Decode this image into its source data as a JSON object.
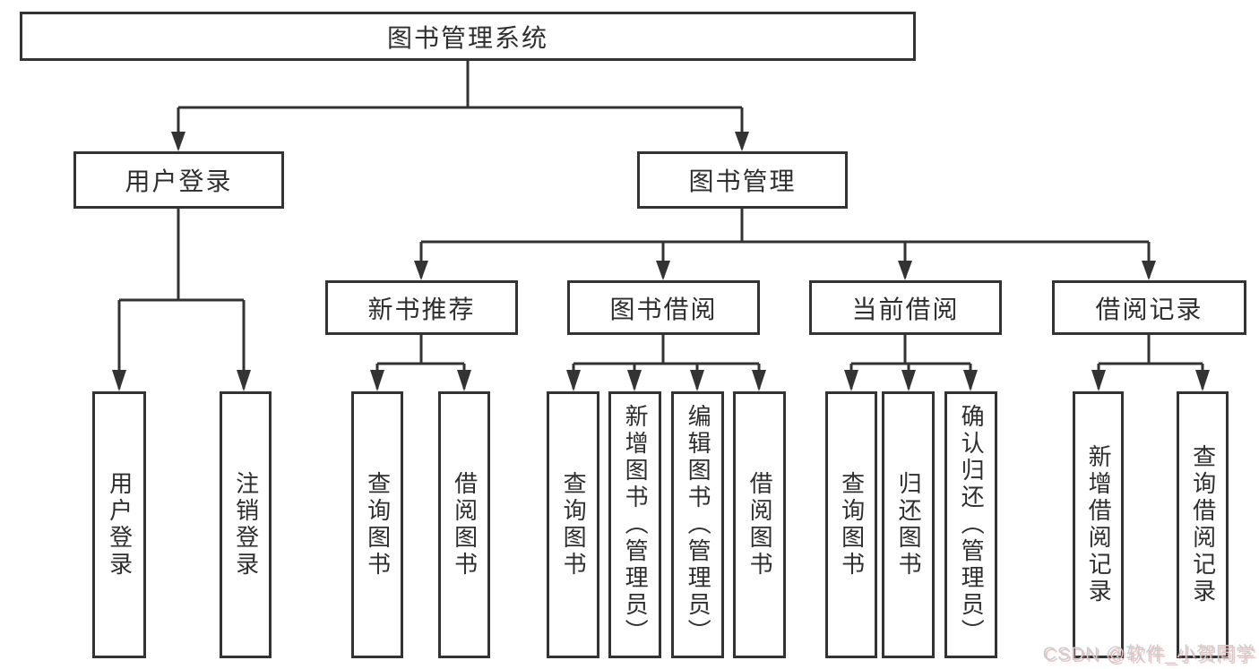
{
  "colors": {
    "line": "#333333",
    "box_border": "#333333",
    "box_bg": "#ffffff",
    "text": "#2e2e2e",
    "watermark_text": "#cdcdcd",
    "watermark_shadow": "#de7878"
  },
  "root": {
    "label": "图书管理系统"
  },
  "level2": [
    {
      "label": "用户登录"
    },
    {
      "label": "图书管理"
    }
  ],
  "level3": [
    {
      "label": "新书推荐"
    },
    {
      "label": "图书借阅"
    },
    {
      "label": "当前借阅"
    },
    {
      "label": "借阅记录"
    }
  ],
  "leaves": [
    {
      "label": "用户登录"
    },
    {
      "label": "注销登录"
    },
    {
      "label": "查询图书"
    },
    {
      "label": "借阅图书"
    },
    {
      "label": "查询图书"
    },
    {
      "label": "新增图书（管理员）"
    },
    {
      "label": "编辑图书（管理员）"
    },
    {
      "label": "借阅图书"
    },
    {
      "label": "查询图书"
    },
    {
      "label": "归还图书"
    },
    {
      "label": "确认归还（管理员）"
    },
    {
      "label": "新增借阅记录"
    },
    {
      "label": "查询借阅记录"
    }
  ],
  "watermark": "CSDN @软件_小贺同学"
}
